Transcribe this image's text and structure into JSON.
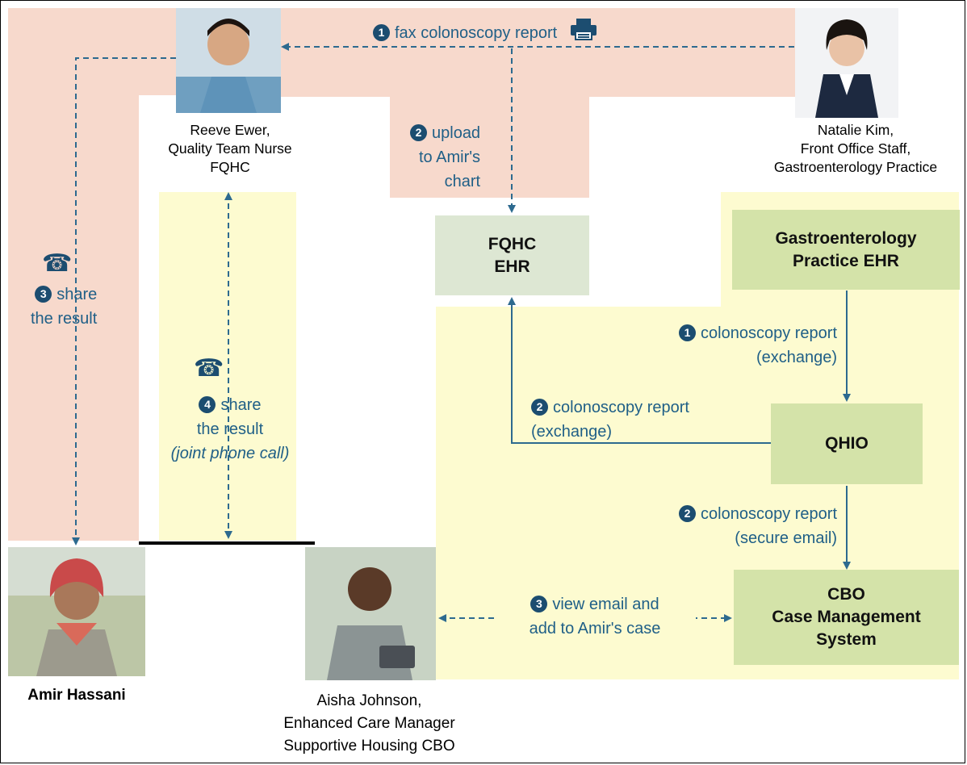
{
  "people": {
    "reeve": {
      "name": "Reeve Ewer,",
      "role": "Quality Team Nurse",
      "org": "FQHC"
    },
    "natalie": {
      "name": "Natalie Kim,",
      "role": "Front Office Staff,",
      "org": "Gastroenterology Practice"
    },
    "amir": {
      "name": "Amir Hassani"
    },
    "aisha": {
      "name": "Aisha Johnson,",
      "role": "Enhanced Care Manager",
      "org": "Supportive Housing CBO"
    }
  },
  "systems": {
    "fqhc_ehr": {
      "line1": "FQHC",
      "line2": "EHR"
    },
    "gastro_ehr": {
      "line1": "Gastroenterology",
      "line2": "Practice EHR"
    },
    "qhio": {
      "line1": "QHIO"
    },
    "cbo": {
      "line1": "CBO",
      "line2": "Case Management",
      "line3": "System"
    }
  },
  "flows": {
    "fax": {
      "num": "1",
      "text": "fax colonoscopy report"
    },
    "upload": {
      "num": "2",
      "line1": "upload",
      "line2": "to Amir's",
      "line3": "chart"
    },
    "share3": {
      "num": "3",
      "line1": "share",
      "line2": "the result"
    },
    "share4": {
      "num": "4",
      "line1": "share",
      "line2": "the result",
      "line3": "(joint phone call)"
    },
    "exch1": {
      "num": "1",
      "line1": "colonoscopy report",
      "line2": "(exchange)"
    },
    "exch2": {
      "num": "2",
      "line1": "colonoscopy report",
      "line2": "(exchange)"
    },
    "email": {
      "num": "2",
      "line1": "colonoscopy report",
      "line2": "(secure email)"
    },
    "view": {
      "num": "3",
      "line1": "view email and",
      "line2": "add to Amir's case"
    }
  },
  "colors": {
    "salmon": "#f7d9cc",
    "yellow": "#fdfbd0",
    "ehr_box": "#dde7d3",
    "green_box": "#d4e3a9",
    "arrow": "#2d6a8f",
    "badge": "#1c4d70"
  },
  "icons": [
    "fax-icon",
    "phone-icon"
  ]
}
